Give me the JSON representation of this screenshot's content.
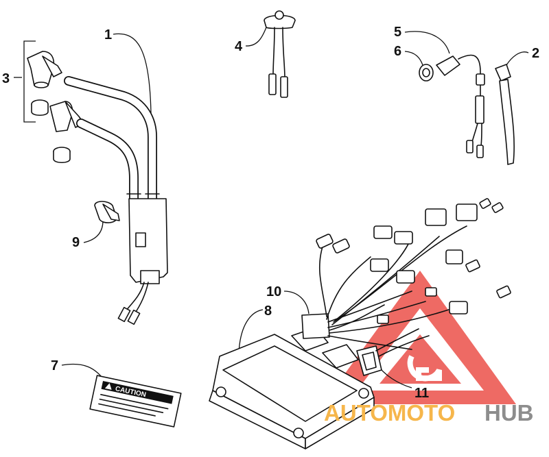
{
  "callouts": {
    "c1": "1",
    "c2": "2",
    "c3": "3",
    "c4": "4",
    "c5": "5",
    "c6": "6",
    "c7": "7",
    "c8": "8",
    "c9": "9",
    "c10": "10",
    "c11": "11"
  },
  "caution_label": {
    "text": "CAUTION"
  },
  "watermark": {
    "part1": "AUTOMOTO",
    "part2": "HUB",
    "colors": {
      "orange": "#f6b64b",
      "gray": "#8d8d8d",
      "red": "#e8413a"
    }
  }
}
